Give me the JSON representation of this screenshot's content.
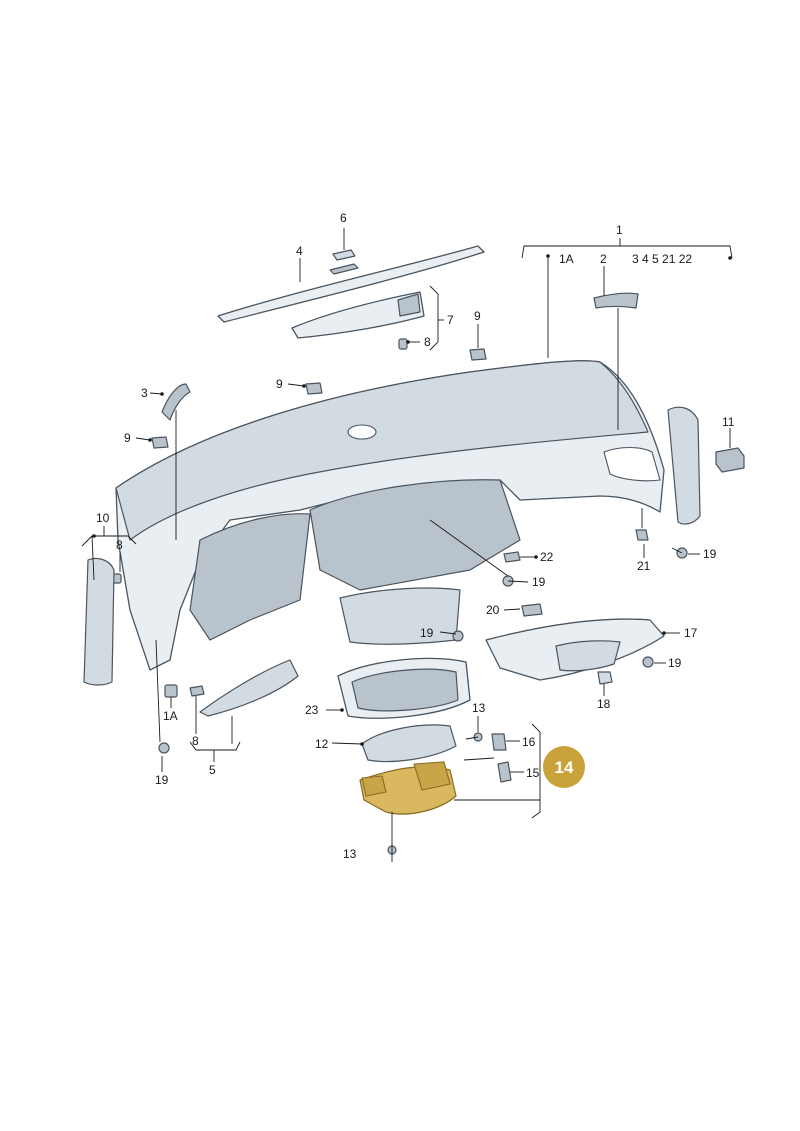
{
  "callouts": {
    "c1": "1",
    "c1A_top": "1A",
    "c2": "2",
    "c2_group": "3 4 5 21 22",
    "c3": "3",
    "c4": "4",
    "c5": "5",
    "c6": "6",
    "c7": "7",
    "c8_top": "8",
    "c8_left": "8",
    "c8_bottom": "8",
    "c9_top": "9",
    "c9_mid": "9",
    "c9_left": "9",
    "c10": "10",
    "c11": "11",
    "c12": "12",
    "c13_top": "13",
    "c13_bottom": "13",
    "c15": "15",
    "c16": "16",
    "c17": "17",
    "c18": "18",
    "c19_right": "19",
    "c19_center": "19",
    "c19_mid": "19",
    "c19_r17": "19",
    "c19_left": "19",
    "c20": "20",
    "c21": "21",
    "c22": "22",
    "c23": "23",
    "c1A_left": "1A"
  },
  "highlight": {
    "label": "14",
    "color": "#c9a23a"
  }
}
